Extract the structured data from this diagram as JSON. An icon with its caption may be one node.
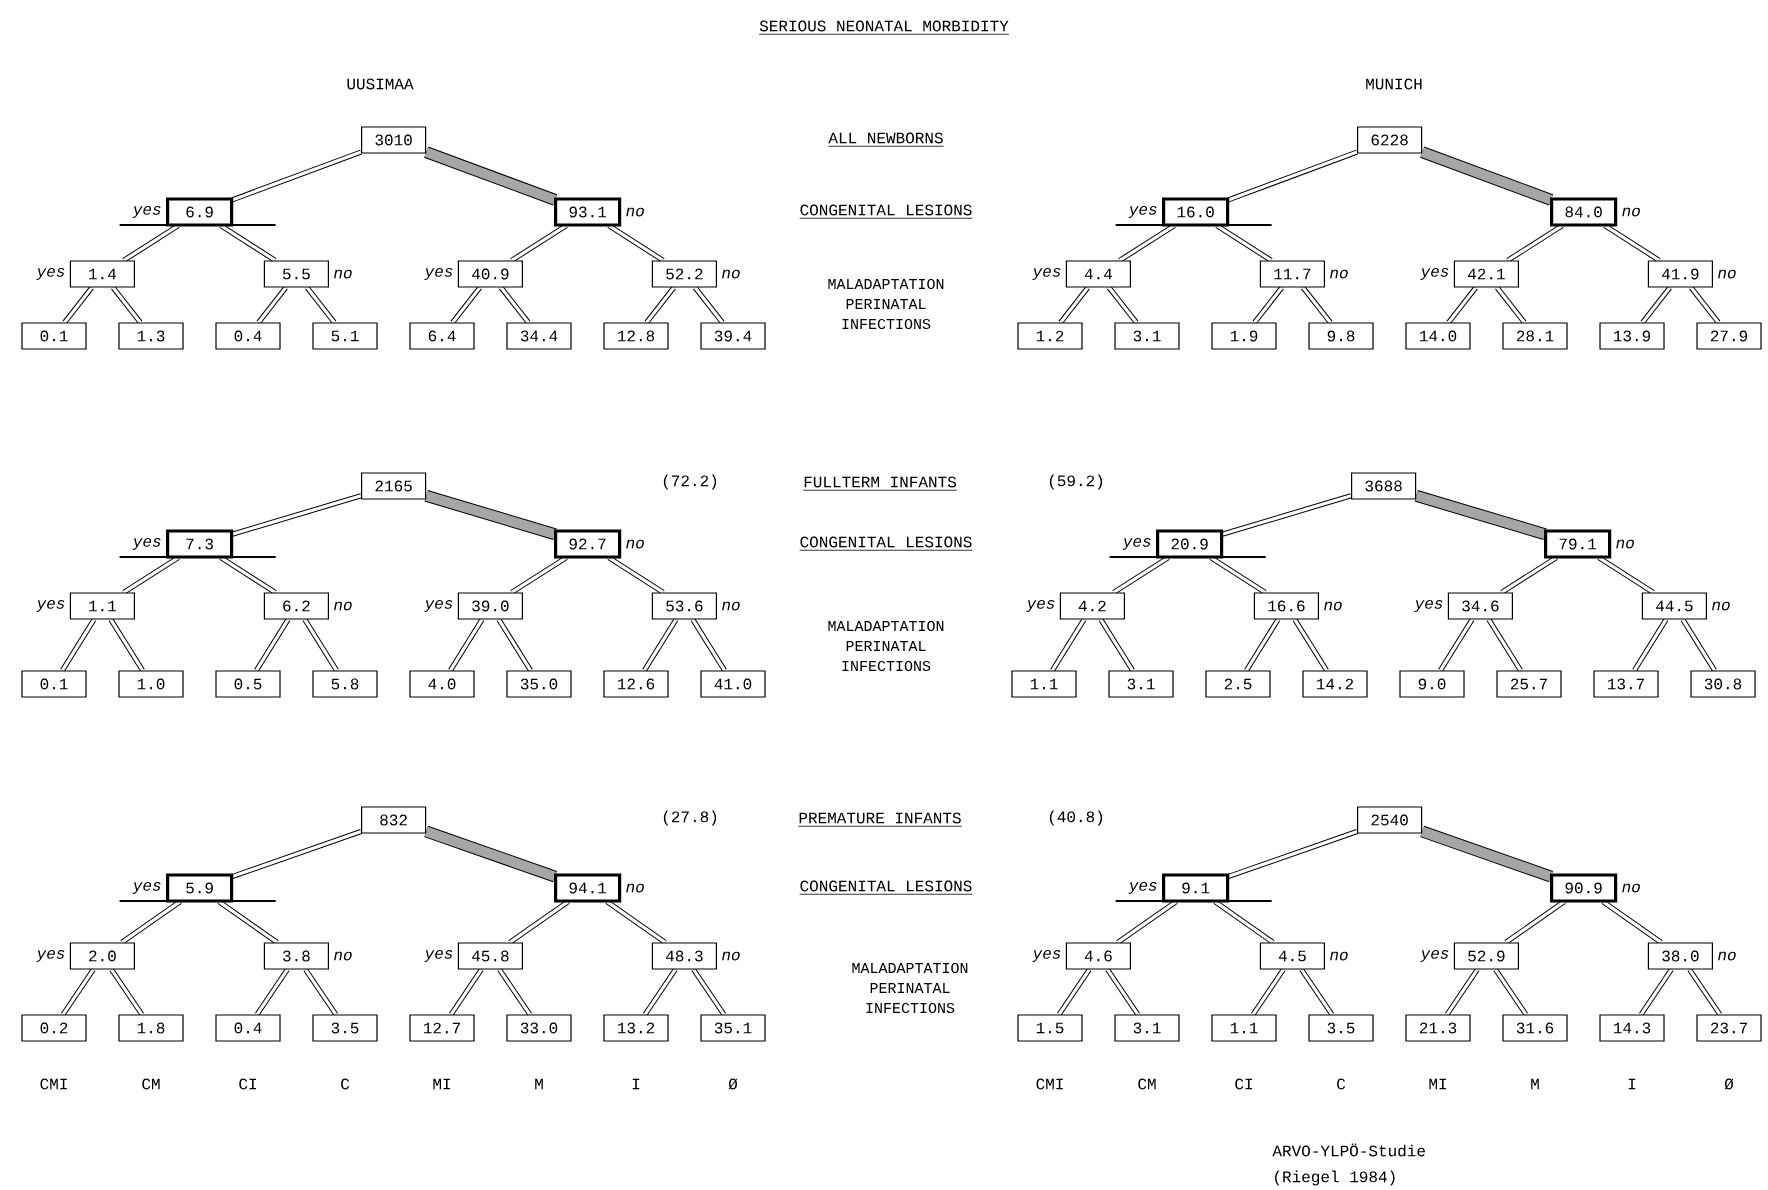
{
  "diagram": {
    "title": "SERIOUS NEONATAL MORBIDITY",
    "nodes": [
      {
        "text": [
          "3010"
        ]
      },
      {
        "text": [
          "6.9"
        ],
        "beside": [
          "yes"
        ]
      },
      {
        "text": [
          "93.1"
        ],
        "beside": [
          "no"
        ]
      },
      {
        "text": [
          "1.4"
        ],
        "beside": [
          "yes"
        ]
      },
      {
        "text": [
          "5.5"
        ],
        "beside": [
          "no"
        ]
      },
      {
        "text": [
          "40.9"
        ],
        "beside": [
          "yes"
        ]
      },
      {
        "text": [
          "52.2"
        ],
        "beside": [
          "no"
        ]
      },
      {
        "text": [
          "0.1"
        ]
      },
      {
        "text": [
          "1.3"
        ]
      },
      {
        "text": [
          "0.4"
        ]
      },
      {
        "text": [
          "5.1"
        ]
      },
      {
        "text": [
          "6.4"
        ]
      },
      {
        "text": [
          "34.4"
        ]
      },
      {
        "text": [
          "12.8"
        ]
      },
      {
        "text": [
          "39.4"
        ]
      },
      {
        "text": [
          "6228"
        ]
      },
      {
        "text": [
          "16.0"
        ],
        "beside": [
          "yes"
        ]
      },
      {
        "text": [
          "84.0"
        ],
        "beside": [
          "no"
        ]
      },
      {
        "text": [
          "4.4"
        ],
        "beside": [
          "yes"
        ]
      },
      {
        "text": [
          "11.7"
        ],
        "beside": [
          "no"
        ]
      },
      {
        "text": [
          "42.1"
        ],
        "beside": [
          "yes"
        ]
      },
      {
        "text": [
          "41.9"
        ],
        "beside": [
          "no"
        ]
      },
      {
        "text": [
          "1.2"
        ]
      },
      {
        "text": [
          "3.1"
        ]
      },
      {
        "text": [
          "1.9"
        ]
      },
      {
        "text": [
          "9.8"
        ]
      },
      {
        "text": [
          "14.0"
        ]
      },
      {
        "text": [
          "28.1"
        ]
      },
      {
        "text": [
          "13.9"
        ]
      },
      {
        "text": [
          "27.9"
        ]
      },
      {
        "text": [
          "2165"
        ]
      },
      {
        "text": [
          "7.3"
        ],
        "beside": [
          "yes"
        ]
      },
      {
        "text": [
          "92.7"
        ],
        "beside": [
          "no"
        ]
      },
      {
        "text": [
          "1.1"
        ],
        "beside": [
          "yes"
        ]
      },
      {
        "text": [
          "6.2"
        ],
        "beside": [
          "no"
        ]
      },
      {
        "text": [
          "39.0"
        ],
        "beside": [
          "yes"
        ]
      },
      {
        "text": [
          "53.6"
        ],
        "beside": [
          "no"
        ]
      },
      {
        "text": [
          "0.1"
        ]
      },
      {
        "text": [
          "1.0"
        ]
      },
      {
        "text": [
          "0.5"
        ]
      },
      {
        "text": [
          "5.8"
        ]
      },
      {
        "text": [
          "4.0"
        ]
      },
      {
        "text": [
          "35.0"
        ]
      },
      {
        "text": [
          "12.6"
        ]
      },
      {
        "text": [
          "41.0"
        ]
      },
      {
        "text": [
          "3688"
        ]
      },
      {
        "text": [
          "20.9"
        ],
        "beside": [
          "yes"
        ]
      },
      {
        "text": [
          "79.1"
        ],
        "beside": [
          "no"
        ]
      },
      {
        "text": [
          "4.2"
        ],
        "beside": [
          "yes"
        ]
      },
      {
        "text": [
          "16.6"
        ],
        "beside": [
          "no"
        ]
      },
      {
        "text": [
          "34.6"
        ],
        "beside": [
          "yes"
        ]
      },
      {
        "text": [
          "44.5"
        ],
        "beside": [
          "no"
        ]
      },
      {
        "text": [
          "1.1"
        ]
      },
      {
        "text": [
          "3.1"
        ]
      },
      {
        "text": [
          "2.5"
        ]
      },
      {
        "text": [
          "14.2"
        ]
      },
      {
        "text": [
          "9.0"
        ]
      },
      {
        "text": [
          "25.7"
        ]
      },
      {
        "text": [
          "13.7"
        ]
      },
      {
        "text": [
          "30.8"
        ]
      },
      {
        "text": [
          "832"
        ]
      },
      {
        "text": [
          "5.9"
        ],
        "beside": [
          "yes"
        ]
      },
      {
        "text": [
          "94.1"
        ],
        "beside": [
          "no"
        ]
      },
      {
        "text": [
          "2.0"
        ],
        "beside": [
          "yes"
        ]
      },
      {
        "text": [
          "3.8"
        ],
        "beside": [
          "no"
        ]
      },
      {
        "text": [
          "45.8"
        ],
        "beside": [
          "yes"
        ]
      },
      {
        "text": [
          "48.3"
        ],
        "beside": [
          "no"
        ]
      },
      {
        "text": [
          "0.2"
        ]
      },
      {
        "text": [
          "1.8"
        ]
      },
      {
        "text": [
          "0.4"
        ]
      },
      {
        "text": [
          "3.5"
        ]
      },
      {
        "text": [
          "12.7"
        ]
      },
      {
        "text": [
          "33.0"
        ]
      },
      {
        "text": [
          "13.2"
        ]
      },
      {
        "text": [
          "35.1"
        ]
      },
      {
        "text": [
          "2540"
        ]
      },
      {
        "text": [
          "9.1"
        ],
        "beside": [
          "yes"
        ]
      },
      {
        "text": [
          "90.9"
        ],
        "beside": [
          "no"
        ]
      },
      {
        "text": [
          "4.6"
        ],
        "beside": [
          "yes"
        ]
      },
      {
        "text": [
          "4.5"
        ],
        "beside": [
          "no"
        ]
      },
      {
        "text": [
          "52.9"
        ],
        "beside": [
          "yes"
        ]
      },
      {
        "text": [
          "38.0"
        ],
        "beside": [
          "no"
        ]
      },
      {
        "text": [
          "1.5"
        ]
      },
      {
        "text": [
          "3.1"
        ]
      },
      {
        "text": [
          "1.1"
        ]
      },
      {
        "text": [
          "3.5"
        ]
      },
      {
        "text": [
          "21.3"
        ]
      },
      {
        "text": [
          "31.6"
        ]
      },
      {
        "text": [
          "14.3"
        ]
      },
      {
        "text": [
          "23.7"
        ]
      }
    ],
    "edges": [
      {
        "from": 0,
        "to": 1,
        "arrow": "none"
      },
      {
        "from": 0,
        "to": 2,
        "arrow": "none",
        "style": "thick"
      },
      {
        "from": 1,
        "to": 3,
        "arrow": "none"
      },
      {
        "from": 1,
        "to": 4,
        "arrow": "none"
      },
      {
        "from": 2,
        "to": 5,
        "arrow": "none"
      },
      {
        "from": 2,
        "to": 6,
        "arrow": "none"
      },
      {
        "from": 3,
        "to": 7,
        "arrow": "none"
      },
      {
        "from": 3,
        "to": 8,
        "arrow": "none"
      },
      {
        "from": 4,
        "to": 9,
        "arrow": "none"
      },
      {
        "from": 4,
        "to": 10,
        "arrow": "none"
      },
      {
        "from": 5,
        "to": 11,
        "arrow": "none"
      },
      {
        "from": 5,
        "to": 12,
        "arrow": "none"
      },
      {
        "from": 6,
        "to": 13,
        "arrow": "none"
      },
      {
        "from": 6,
        "to": 14,
        "arrow": "none"
      },
      {
        "from": 15,
        "to": 16,
        "arrow": "none"
      },
      {
        "from": 15,
        "to": 17,
        "arrow": "none",
        "style": "thick"
      },
      {
        "from": 16,
        "to": 18,
        "arrow": "none"
      },
      {
        "from": 16,
        "to": 19,
        "arrow": "none"
      },
      {
        "from": 17,
        "to": 20,
        "arrow": "none"
      },
      {
        "from": 17,
        "to": 21,
        "arrow": "none"
      },
      {
        "from": 18,
        "to": 22,
        "arrow": "none"
      },
      {
        "from": 18,
        "to": 23,
        "arrow": "none"
      },
      {
        "from": 19,
        "to": 24,
        "arrow": "none"
      },
      {
        "from": 19,
        "to": 25,
        "arrow": "none"
      },
      {
        "from": 20,
        "to": 26,
        "arrow": "none"
      },
      {
        "from": 20,
        "to": 27,
        "arrow": "none"
      },
      {
        "from": 21,
        "to": 28,
        "arrow": "none"
      },
      {
        "from": 21,
        "to": 29,
        "arrow": "none"
      },
      {
        "from": 30,
        "to": 31,
        "arrow": "none"
      },
      {
        "from": 30,
        "to": 32,
        "arrow": "none",
        "style": "thick"
      },
      {
        "from": 31,
        "to": 33,
        "arrow": "none"
      },
      {
        "from": 31,
        "to": 34,
        "arrow": "none"
      },
      {
        "from": 32,
        "to": 35,
        "arrow": "none"
      },
      {
        "from": 32,
        "to": 36,
        "arrow": "none"
      },
      {
        "from": 33,
        "to": 37,
        "arrow": "none"
      },
      {
        "from": 33,
        "to": 38,
        "arrow": "none"
      },
      {
        "from": 34,
        "to": 39,
        "arrow": "none"
      },
      {
        "from": 34,
        "to": 40,
        "arrow": "none"
      },
      {
        "from": 35,
        "to": 41,
        "arrow": "none"
      },
      {
        "from": 35,
        "to": 42,
        "arrow": "none"
      },
      {
        "from": 36,
        "to": 43,
        "arrow": "none"
      },
      {
        "from": 36,
        "to": 44,
        "arrow": "none"
      },
      {
        "from": 45,
        "to": 46,
        "arrow": "none"
      },
      {
        "from": 45,
        "to": 47,
        "arrow": "none",
        "style": "thick"
      },
      {
        "from": 46,
        "to": 48,
        "arrow": "none"
      },
      {
        "from": 46,
        "to": 49,
        "arrow": "none"
      },
      {
        "from": 47,
        "to": 50,
        "arrow": "none"
      },
      {
        "from": 47,
        "to": 51,
        "arrow": "none"
      },
      {
        "from": 48,
        "to": 52,
        "arrow": "none"
      },
      {
        "from": 48,
        "to": 53,
        "arrow": "none"
      },
      {
        "from": 49,
        "to": 54,
        "arrow": "none"
      },
      {
        "from": 49,
        "to": 55,
        "arrow": "none"
      },
      {
        "from": 50,
        "to": 56,
        "arrow": "none"
      },
      {
        "from": 50,
        "to": 57,
        "arrow": "none"
      },
      {
        "from": 51,
        "to": 58,
        "arrow": "none"
      },
      {
        "from": 51,
        "to": 59,
        "arrow": "none"
      },
      {
        "from": 60,
        "to": 61,
        "arrow": "none"
      },
      {
        "from": 60,
        "to": 62,
        "arrow": "none",
        "style": "thick"
      },
      {
        "from": 61,
        "to": 63,
        "arrow": "none"
      },
      {
        "from": 61,
        "to": 64,
        "arrow": "none"
      },
      {
        "from": 62,
        "to": 65,
        "arrow": "none"
      },
      {
        "from": 62,
        "to": 66,
        "arrow": "none"
      },
      {
        "from": 63,
        "to": 67,
        "arrow": "none"
      },
      {
        "from": 63,
        "to": 68,
        "arrow": "none"
      },
      {
        "from": 64,
        "to": 69,
        "arrow": "none"
      },
      {
        "from": 64,
        "to": 70,
        "arrow": "none"
      },
      {
        "from": 65,
        "to": 71,
        "arrow": "none"
      },
      {
        "from": 65,
        "to": 72,
        "arrow": "none"
      },
      {
        "from": 66,
        "to": 73,
        "arrow": "none"
      },
      {
        "from": 66,
        "to": 74,
        "arrow": "none"
      },
      {
        "from": 75,
        "to": 76,
        "arrow": "none"
      },
      {
        "from": 75,
        "to": 77,
        "arrow": "none",
        "style": "thick"
      },
      {
        "from": 76,
        "to": 78,
        "arrow": "none"
      },
      {
        "from": 76,
        "to": 79,
        "arrow": "none"
      },
      {
        "from": 77,
        "to": 80,
        "arrow": "none"
      },
      {
        "from": 77,
        "to": 81,
        "arrow": "none"
      },
      {
        "from": 78,
        "to": 82,
        "arrow": "none"
      },
      {
        "from": 78,
        "to": 83,
        "arrow": "none"
      },
      {
        "from": 79,
        "to": 84,
        "arrow": "none"
      },
      {
        "from": 79,
        "to": 85,
        "arrow": "none"
      },
      {
        "from": 80,
        "to": 86,
        "arrow": "none"
      },
      {
        "from": 80,
        "to": 87,
        "arrow": "none"
      },
      {
        "from": 81,
        "to": 88,
        "arrow": "none"
      },
      {
        "from": 81,
        "to": 89,
        "arrow": "none"
      }
    ],
    "labels": [
      "UUSIMAA",
      "MUNICH",
      "ALL NEWBORNS",
      "CONGENITAL LESIONS",
      "MALADAPTATION PERINATAL INFECTIONS",
      "(72.2)",
      "FULLTERM INFANTS",
      "(59.2)",
      "CONGENITAL LESIONS",
      "MALADAPTATION PERINATAL INFECTIONS",
      "(27.8)",
      "PREMATURE INFANTS",
      "(40.8)",
      "CONGENITAL LESIONS",
      "MALADAPTATION PERINATAL INFECTIONS",
      "CMI",
      "CM",
      "CI",
      "C",
      "MI",
      "M",
      "I",
      "Ø",
      "CMI",
      "CM",
      "CI",
      "C",
      "MI",
      "M",
      "I",
      "Ø",
      "ARVO-YLPÖ-Studie",
      "(Riegel 1984)"
    ]
  }
}
